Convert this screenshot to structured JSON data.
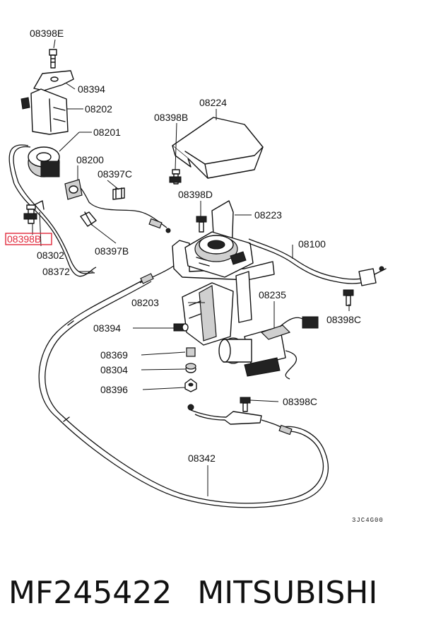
{
  "labels": {
    "l08398E": "08398E",
    "l08394a": "08394",
    "l08202": "08202",
    "l08201": "08201",
    "l08200": "08200",
    "l08397C": "08397C",
    "l08398Ba": "08398B",
    "l08224": "08224",
    "l08398D": "08398D",
    "l08223": "08223",
    "l08398Bhl": "08398B",
    "l08302": "08302",
    "l08397B": "08397B",
    "l08372": "08372",
    "l08100": "08100",
    "l08203": "08203",
    "l08235": "08235",
    "l08398Cb": "08398C",
    "l08394b": "08394",
    "l08369": "08369",
    "l08304": "08304",
    "l08396": "08396",
    "l08398Cc": "08398C",
    "l08342": "08342"
  },
  "diagram_code": "3JC4G00",
  "footer": {
    "part_number": "MF245422",
    "brand": "MITSUBISHI"
  },
  "colors": {
    "highlight": "#e0283a",
    "line": "#111111"
  }
}
